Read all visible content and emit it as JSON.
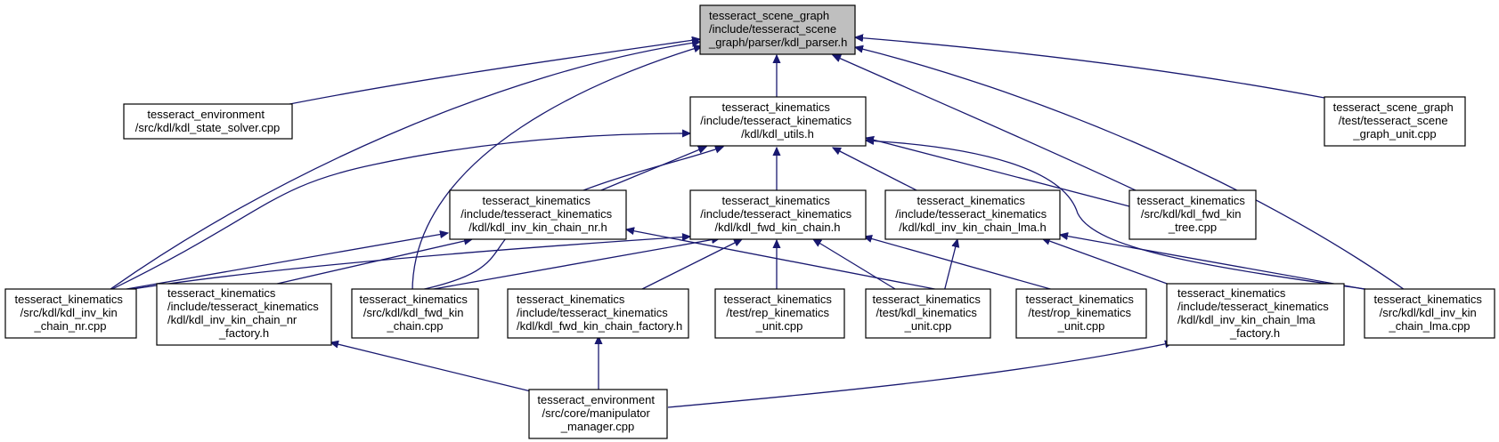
{
  "colors": {
    "edge": "#191970",
    "highlight_fill": "#bfbfbf",
    "border": "#000000",
    "background": "#ffffff"
  },
  "nodes": {
    "kdl_parser": {
      "lines": [
        "tesseract_scene_graph",
        "/include/tesseract_scene",
        "_graph/parser/kdl_parser.h"
      ]
    },
    "state_solver": {
      "lines": [
        "tesseract_environment",
        "/src/kdl/kdl_state_solver.cpp"
      ]
    },
    "kdl_utils": {
      "lines": [
        "tesseract_kinematics",
        "/include/tesseract_kinematics",
        "/kdl/kdl_utils.h"
      ]
    },
    "scene_graph_unit": {
      "lines": [
        "tesseract_scene_graph",
        "/test/tesseract_scene",
        "_graph_unit.cpp"
      ]
    },
    "inv_kin_chain_nr_h": {
      "lines": [
        "tesseract_kinematics",
        "/include/tesseract_kinematics",
        "/kdl/kdl_inv_kin_chain_nr.h"
      ]
    },
    "fwd_kin_chain_h": {
      "lines": [
        "tesseract_kinematics",
        "/include/tesseract_kinematics",
        "/kdl/kdl_fwd_kin_chain.h"
      ]
    },
    "inv_kin_chain_lma_h": {
      "lines": [
        "tesseract_kinematics",
        "/include/tesseract_kinematics",
        "/kdl/kdl_inv_kin_chain_lma.h"
      ]
    },
    "fwd_kin_tree_cpp": {
      "lines": [
        "tesseract_kinematics",
        "/src/kdl/kdl_fwd_kin",
        "_tree.cpp"
      ]
    },
    "inv_kin_chain_nr_cpp": {
      "lines": [
        "tesseract_kinematics",
        "/src/kdl/kdl_inv_kin",
        "_chain_nr.cpp"
      ]
    },
    "inv_kin_chain_nr_factory": {
      "lines": [
        "tesseract_kinematics",
        "/include/tesseract_kinematics",
        "/kdl/kdl_inv_kin_chain_nr",
        "_factory.h"
      ]
    },
    "fwd_kin_chain_cpp": {
      "lines": [
        "tesseract_kinematics",
        "/src/kdl/kdl_fwd_kin",
        "_chain.cpp"
      ]
    },
    "fwd_kin_chain_factory": {
      "lines": [
        "tesseract_kinematics",
        "/include/tesseract_kinematics",
        "/kdl/kdl_fwd_kin_chain_factory.h"
      ]
    },
    "rep_kinematics_unit": {
      "lines": [
        "tesseract_kinematics",
        "/test/rep_kinematics",
        "_unit.cpp"
      ]
    },
    "kdl_kinematics_unit": {
      "lines": [
        "tesseract_kinematics",
        "/test/kdl_kinematics",
        "_unit.cpp"
      ]
    },
    "rop_kinematics_unit": {
      "lines": [
        "tesseract_kinematics",
        "/test/rop_kinematics",
        "_unit.cpp"
      ]
    },
    "inv_kin_chain_lma_factory": {
      "lines": [
        "tesseract_kinematics",
        "/include/tesseract_kinematics",
        "/kdl/kdl_inv_kin_chain_lma",
        "_factory.h"
      ]
    },
    "inv_kin_chain_lma_cpp": {
      "lines": [
        "tesseract_kinematics",
        "/src/kdl/kdl_inv_kin",
        "_chain_lma.cpp"
      ]
    },
    "manipulator_manager": {
      "lines": [
        "tesseract_environment",
        "/src/core/manipulator",
        "_manager.cpp"
      ]
    }
  }
}
